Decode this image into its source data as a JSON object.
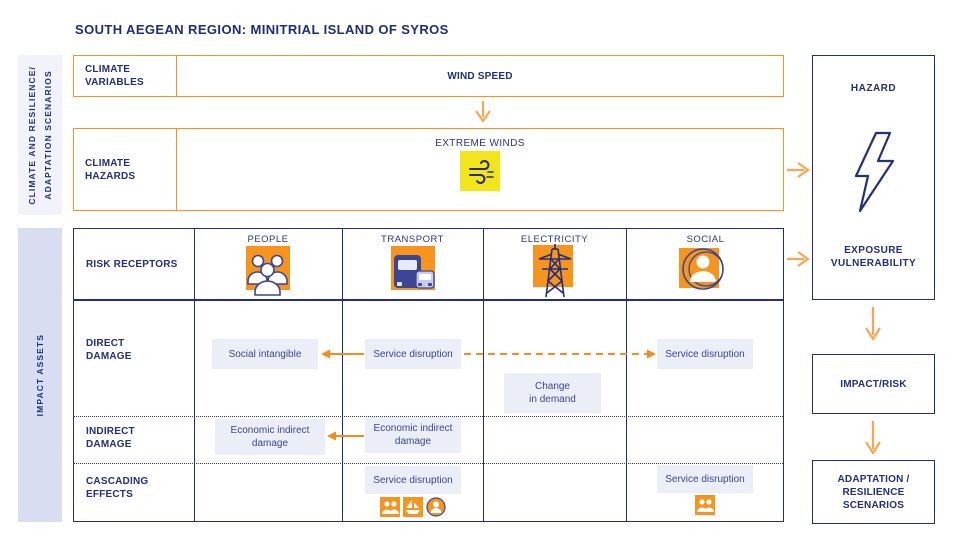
{
  "title": "SOUTH AEGEAN REGION: MINITRIAL ISLAND OF SYROS",
  "sidebar": {
    "climate_section": "CLIMATE AND RESILIENCE/\nADAPTATION SCENARIOS",
    "impact_section": "IMPACT ASSETS"
  },
  "climate_variables": {
    "label": "CLIMATE\nVARIABLES",
    "value": "WIND SPEED"
  },
  "climate_hazards": {
    "label": "CLIMATE\nHAZARDS",
    "value": "EXTREME WINDS",
    "icon": "wind-icon"
  },
  "table": {
    "row_labels": {
      "receptors": "RISK RECEPTORS",
      "direct": "DIRECT\nDAMAGE",
      "indirect": "INDIRECT\nDAMAGE",
      "cascading": "CASCADING\nEFFECTS"
    },
    "receptors": [
      {
        "label": "PEOPLE",
        "icon": "people-icon"
      },
      {
        "label": "TRANSPORT",
        "icon": "transport-icon"
      },
      {
        "label": "ELECTRICITY",
        "icon": "electricity-icon"
      },
      {
        "label": "SOCIAL",
        "icon": "social-icon"
      }
    ],
    "cells": {
      "direct_people": "Social intangible",
      "direct_transport": "Service disruption",
      "direct_electricity": "Change\nin demand",
      "direct_social": "Service disruption",
      "indirect_people": "Economic indirect\ndamage",
      "indirect_transport": "Economic indirect\ndamage",
      "cascading_transport": "Service disruption",
      "cascading_social": "Service disruption"
    },
    "cascading_transport_icons": [
      "people-icon",
      "boat-icon",
      "social-icon"
    ],
    "cascading_social_icons": [
      "people-icon"
    ]
  },
  "right_panel": {
    "hazard_label": "HAZARD",
    "hazard_icon": "lightning-icon",
    "exposure_label": "EXPOSURE\nVULNERABILITY",
    "impact_label": "IMPACT/RISK",
    "adaptation_label": "ADAPTATION /\nRESILIENCE\nSCENARIOS"
  },
  "colors": {
    "navy": "#232e7d",
    "orange": "#f7941d",
    "arrow_orange": "#f9a653",
    "yellow": "#f3e51c",
    "chip_bg": "#eceef7",
    "sidebar_top_bg": "#f2f2fa",
    "sidebar_bottom_bg": "#d9ddf1"
  }
}
